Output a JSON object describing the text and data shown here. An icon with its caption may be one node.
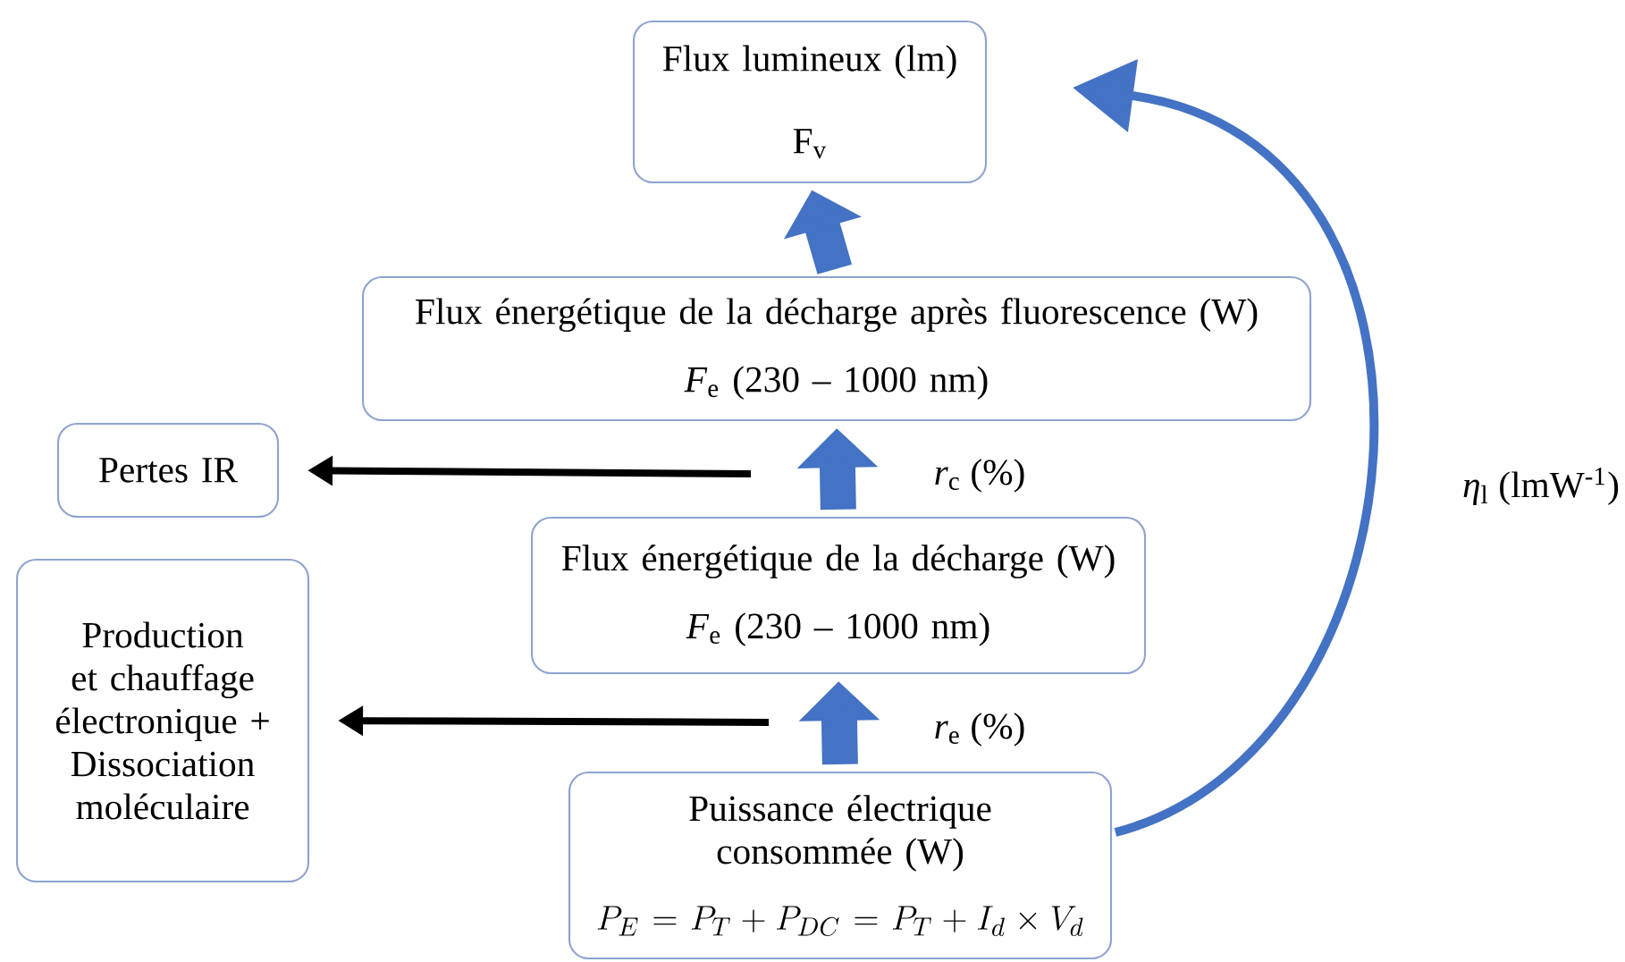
{
  "diagram": {
    "nodes": [
      {
        "text": [
          "Flux lumineux (lm)",
          "F$_{v}$"
        ]
      },
      {
        "text": [
          "Flux énergétique de la décharge après fluorescence (W)",
          "*F*$_{e}$ (230 – 1000 nm)"
        ]
      },
      {
        "text": [
          "Pertes IR"
        ]
      },
      {
        "text": [
          "Flux énergétique de la décharge (W)",
          "*F*$_{e}$ (230 – 1000 nm)"
        ]
      },
      {
        "text": [
          "Production et chauffage électronique + Dissociation moléculaire"
        ]
      },
      {
        "text": [
          "Puissance électrique consommée (W)",
          "P_E = P_T + P_{DC} = P_T + I_d \\times V_d"
        ]
      }
    ],
    "edges": [
      {
        "from": 5,
        "to": 3,
        "arrow": "to",
        "style": "thick",
        "label": "*r*$_{e}$ (%)"
      },
      {
        "from": 3,
        "to": 1,
        "arrow": "to",
        "style": "thick",
        "label": "*r*$_{c}$ (%)"
      },
      {
        "from": 1,
        "to": 0,
        "arrow": "to",
        "style": "thick"
      },
      {
        "from": null,
        "to": 2,
        "arrow": "to",
        "color": "#000000"
      },
      {
        "from": null,
        "to": 4,
        "arrow": "to",
        "color": "#000000"
      },
      {
        "from": 5,
        "to": 0,
        "arrow": "to",
        "label": "*η*$_{l}$ (lmW$^{-1}$)"
      }
    ]
  }
}
